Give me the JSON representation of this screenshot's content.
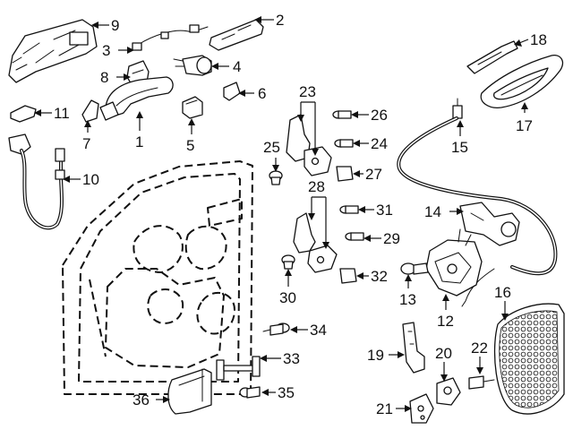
{
  "diagram": {
    "callouts": [
      {
        "id": "1",
        "text": "1"
      },
      {
        "id": "2",
        "text": "2"
      },
      {
        "id": "3",
        "text": "3"
      },
      {
        "id": "4",
        "text": "4"
      },
      {
        "id": "5",
        "text": "5"
      },
      {
        "id": "6",
        "text": "6"
      },
      {
        "id": "7",
        "text": "7"
      },
      {
        "id": "8",
        "text": "8"
      },
      {
        "id": "9",
        "text": "9"
      },
      {
        "id": "10",
        "text": "10"
      },
      {
        "id": "11",
        "text": "11"
      },
      {
        "id": "12",
        "text": "12"
      },
      {
        "id": "13",
        "text": "13"
      },
      {
        "id": "14",
        "text": "14"
      },
      {
        "id": "15",
        "text": "15"
      },
      {
        "id": "16",
        "text": "16"
      },
      {
        "id": "17",
        "text": "17"
      },
      {
        "id": "18",
        "text": "18"
      },
      {
        "id": "19",
        "text": "19"
      },
      {
        "id": "20",
        "text": "20"
      },
      {
        "id": "21",
        "text": "21"
      },
      {
        "id": "22",
        "text": "22"
      },
      {
        "id": "23",
        "text": "23"
      },
      {
        "id": "24",
        "text": "24"
      },
      {
        "id": "25",
        "text": "25"
      },
      {
        "id": "26",
        "text": "26"
      },
      {
        "id": "27",
        "text": "27"
      },
      {
        "id": "28",
        "text": "28"
      },
      {
        "id": "29",
        "text": "29"
      },
      {
        "id": "30",
        "text": "30"
      },
      {
        "id": "31",
        "text": "31"
      },
      {
        "id": "32",
        "text": "32"
      },
      {
        "id": "33",
        "text": "33"
      },
      {
        "id": "34",
        "text": "34"
      },
      {
        "id": "35",
        "text": "35"
      },
      {
        "id": "36",
        "text": "36"
      }
    ]
  }
}
